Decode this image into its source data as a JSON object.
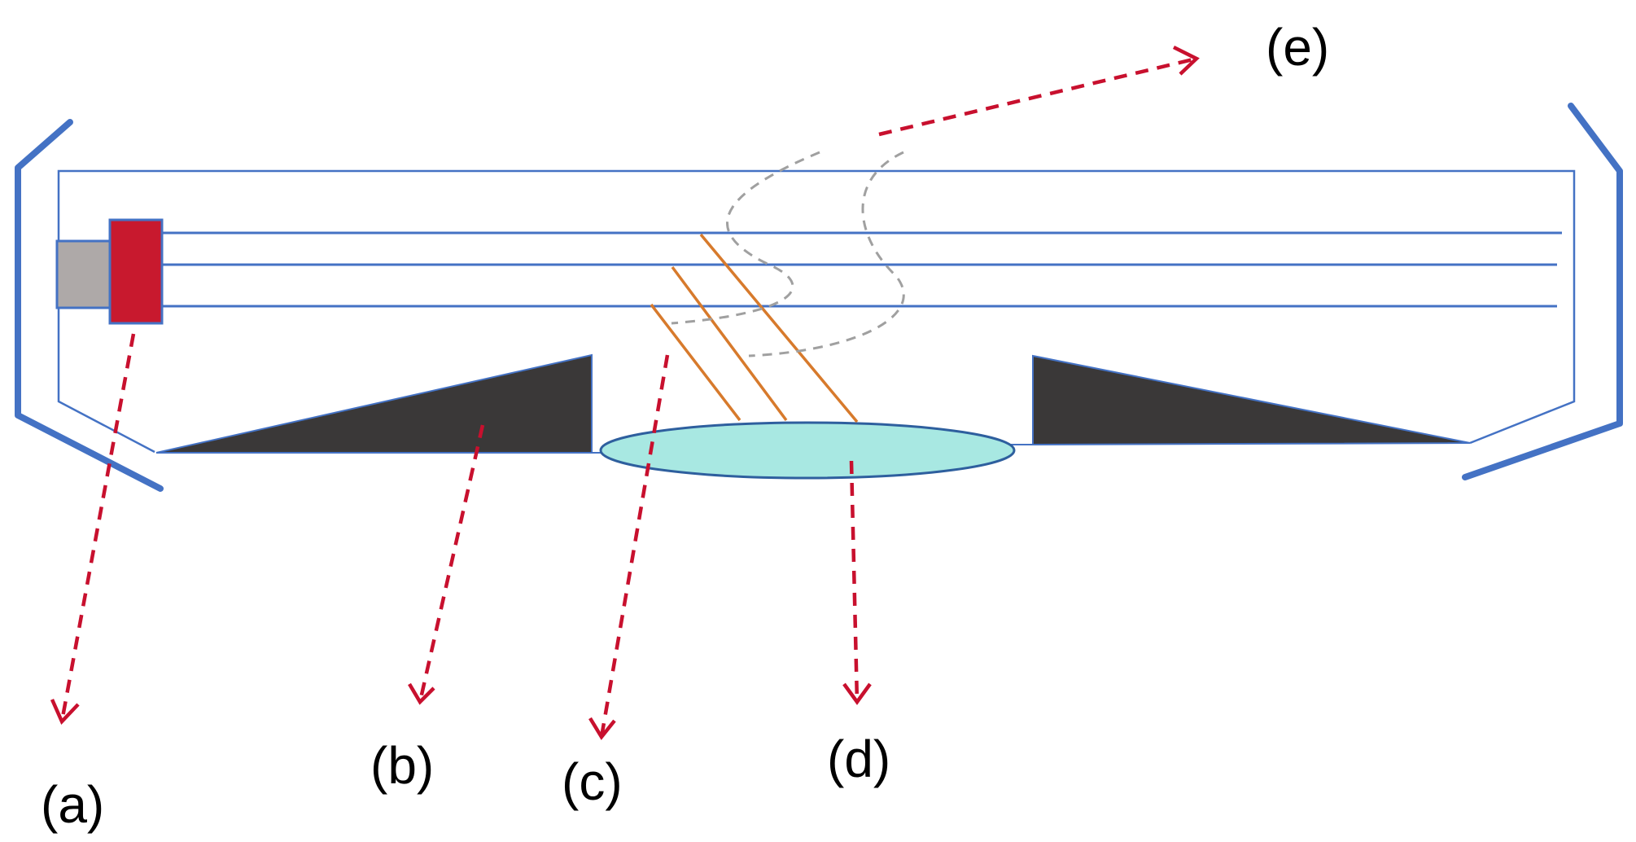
{
  "labels": {
    "a": "(a)",
    "b": "(b)",
    "c": "(c)",
    "d": "(d)",
    "e": "(e)"
  },
  "colors": {
    "frame_blue": "#4472c4",
    "arrow_red": "#c8102e",
    "source_red": "#c8192e",
    "holder_gray": "#aea9a8",
    "wedge_dark": "#3a3838",
    "lens_fill": "#a8e8e2",
    "lens_stroke": "#2e5f9e",
    "ray_orange": "#d77a2c",
    "wave_gray": "#a0a0a0",
    "background": "#ffffff"
  },
  "icons": {
    "arrow_head": "v-shaped-arrowhead"
  }
}
